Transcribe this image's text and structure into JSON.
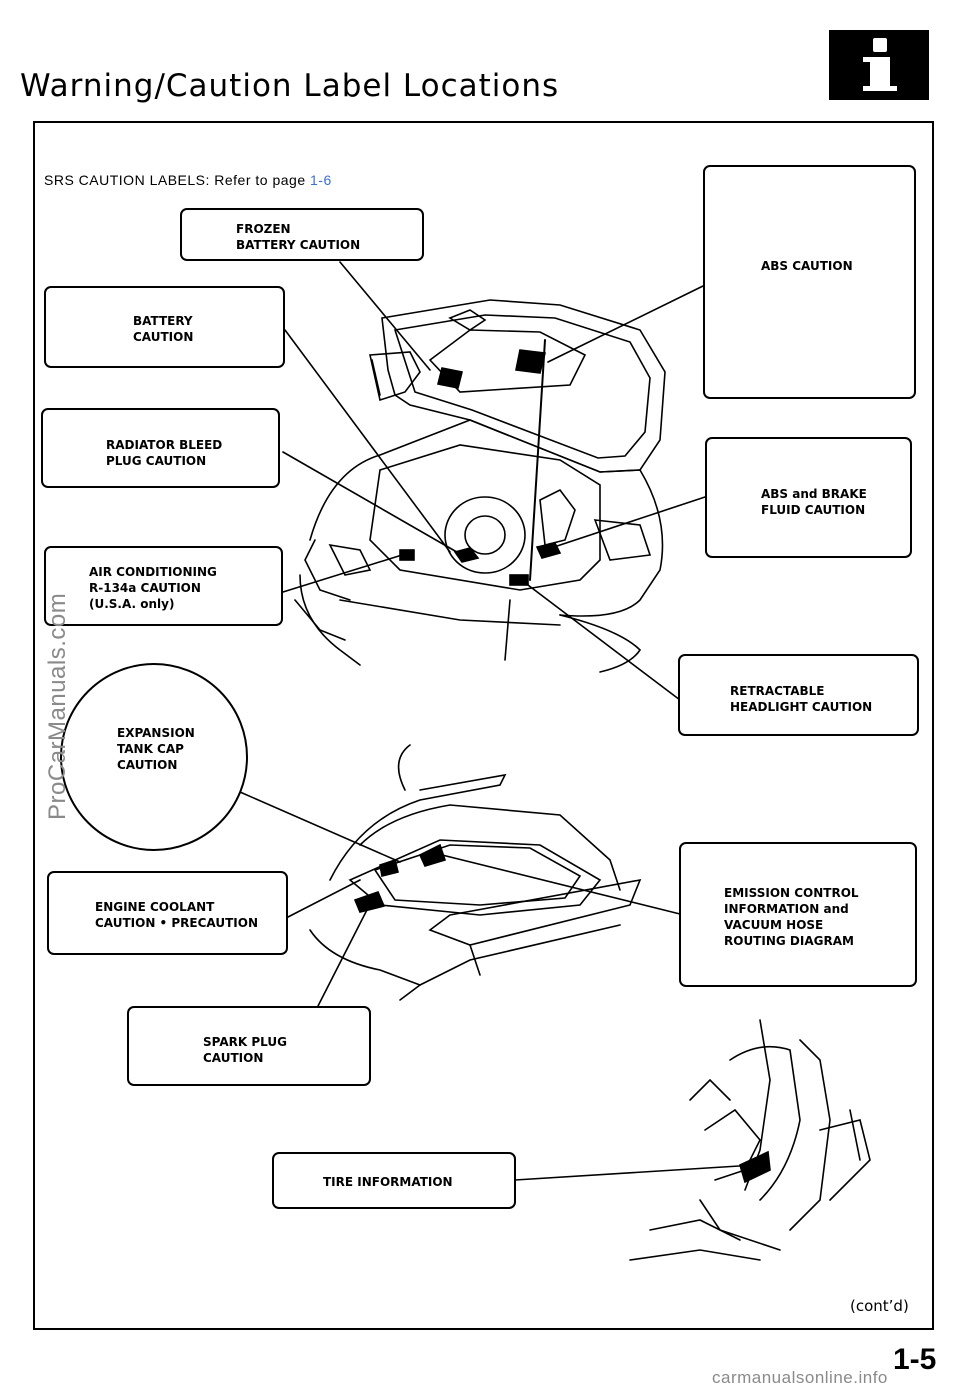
{
  "header": {
    "title": "Warning/Caution Label Locations",
    "icon": "info-icon"
  },
  "srs_note": {
    "text": "SRS CAUTION LABELS: Refer to page",
    "page_ref": "1-6"
  },
  "labels": {
    "frozen_battery": "FROZEN\nBATTERY CAUTION",
    "battery": "BATTERY\nCAUTION",
    "radiator_bleed": "RADIATOR BLEED\nPLUG CAUTION",
    "air_conditioning": "AIR CONDITIONING\nR-134a CAUTION\n(U.S.A. only)",
    "expansion_tank": "EXPANSION\nTANK CAP\nCAUTION",
    "engine_coolant": "ENGINE COOLANT\nCAUTION • PRECAUTION",
    "spark_plug": "SPARK PLUG\nCAUTION",
    "tire_information": "TIRE INFORMATION",
    "abs_caution": "ABS CAUTION",
    "abs_brake_fluid": "ABS and BRAKE\nFLUID CAUTION",
    "retractable_headlight": "RETRACTABLE\nHEADLIGHT CAUTION",
    "emission_control": "EMISSION CONTROL\nINFORMATION and\nVACUUM HOSE\nROUTING DIAGRAM"
  },
  "footer": {
    "contd": "(cont’d)",
    "page_number": "1-5"
  },
  "watermarks": {
    "left": "ProCarManuals.com",
    "bottom": "carmanualsonline.info"
  }
}
